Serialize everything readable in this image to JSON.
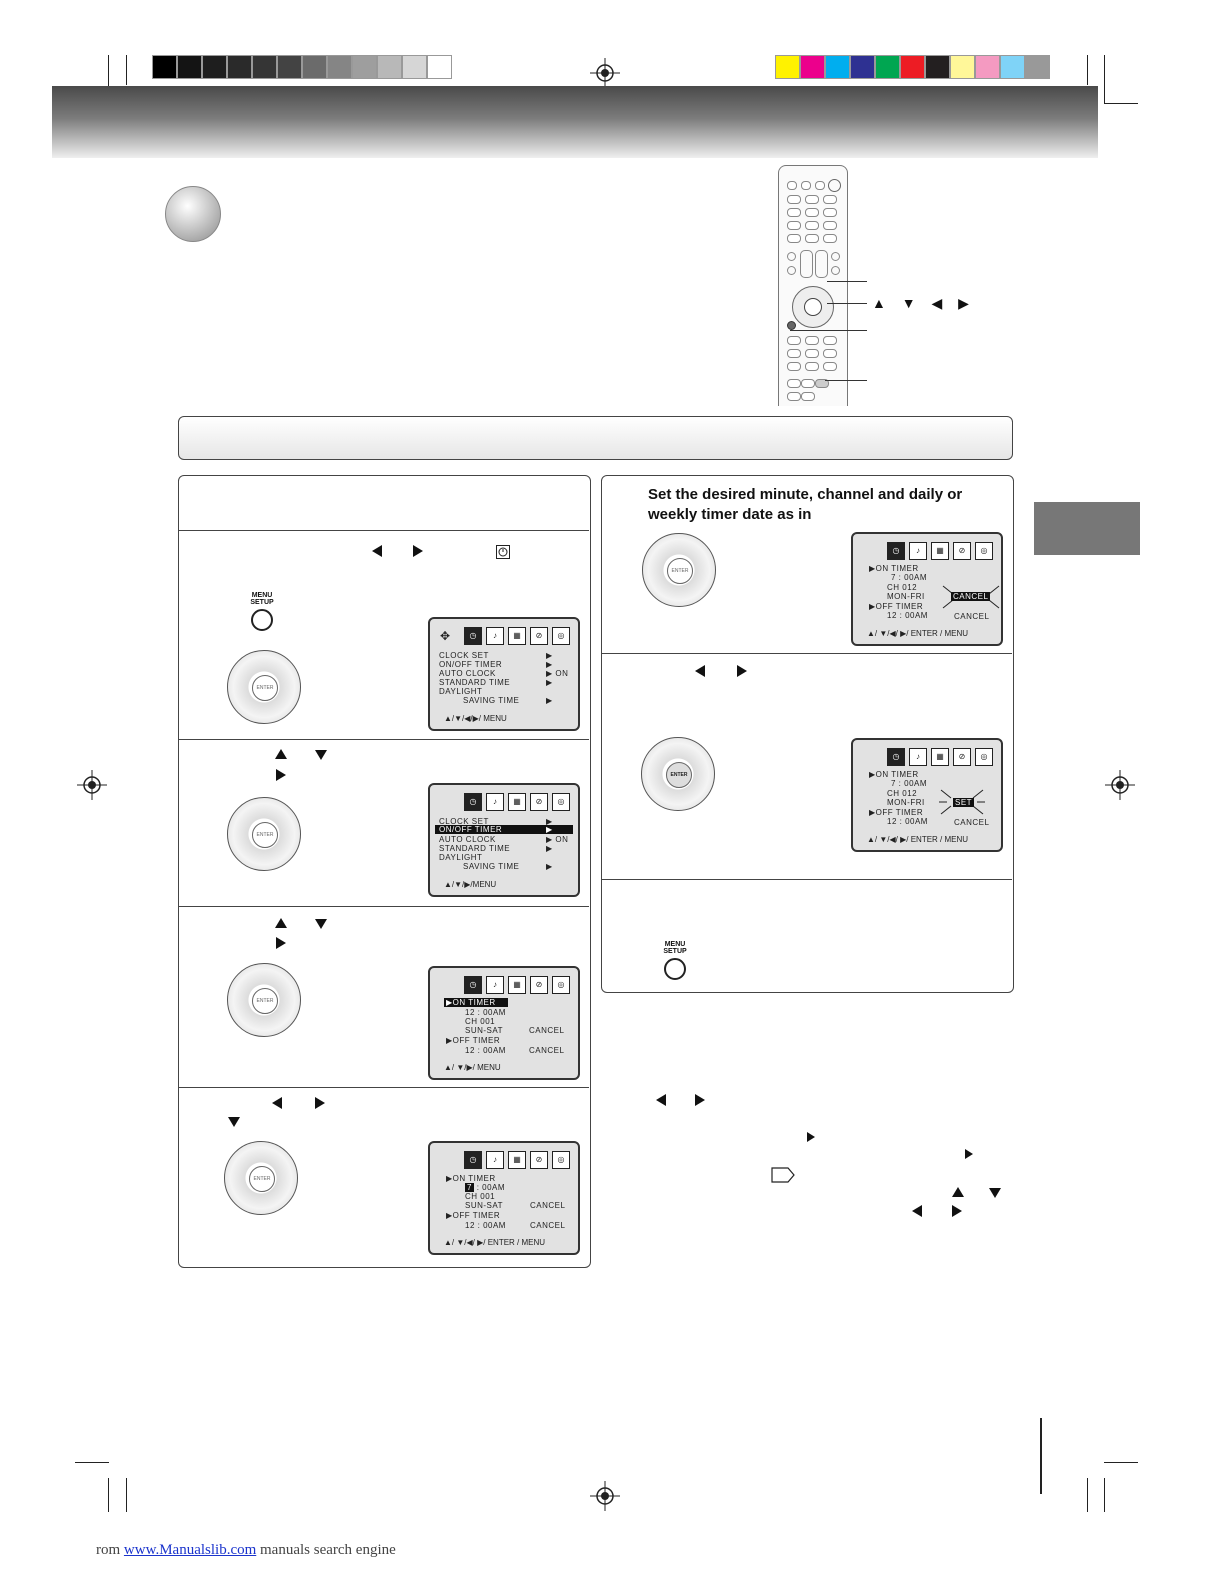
{
  "color_bar": {
    "grays": [
      "#000000",
      "#141414",
      "#1e1e1e",
      "#2a2a2a",
      "#353535",
      "#434343",
      "#6b6b6b",
      "#858585",
      "#9e9e9e",
      "#b8b8b8",
      "#d6d6d6",
      "#ffffff"
    ],
    "colors": [
      "#fff200",
      "#ec008c",
      "#00aeef",
      "#2e3192",
      "#00a651",
      "#ed1c24",
      "#231f20",
      "#fff799",
      "#f49ac1",
      "#7fd3f7",
      "#999999"
    ]
  },
  "remote": {
    "icon": "remote-control-icon",
    "arrow_symbols": [
      "▲",
      "▼",
      "◀",
      "▶"
    ]
  },
  "step1": {
    "arrows": [
      "◀",
      "▶"
    ],
    "menu_button": {
      "line1": "MENU",
      "line2": "SETUP"
    },
    "osd": {
      "items": [
        "CLOCK  SET",
        "ON/OFF  TIMER",
        "AUTO  CLOCK",
        "STANDARD  TIME",
        "DAYLIGHT",
        "SAVING  TIME"
      ],
      "auto_clock_value": "ON",
      "footer": "▲/▼/◀/▶/ MENU"
    }
  },
  "step2": {
    "arrows": [
      "▲",
      "▼",
      "▶"
    ],
    "osd": {
      "items": [
        "CLOCK  SET",
        "ON/OFF  TIMER",
        "AUTO  CLOCK",
        "STANDARD  TIME",
        "DAYLIGHT",
        "SAVING  TIME"
      ],
      "auto_clock_value": "ON",
      "footer": "▲/▼/▶/MENU"
    }
  },
  "step3": {
    "arrows": [
      "▲",
      "▼",
      "▶"
    ],
    "osd": {
      "on_timer": "ON TIMER",
      "time": "12 : 00AM",
      "channel": "CH 001",
      "days": "SUN-SAT",
      "cancel1": "CANCEL",
      "off_timer": "OFF TIMER",
      "off_time": "12 : 00AM",
      "cancel2": "CANCEL",
      "footer": "▲/ ▼/▶/ MENU"
    }
  },
  "step4": {
    "arrows": [
      "◀",
      "▶",
      "▼"
    ],
    "osd": {
      "on_timer": "ON TIMER",
      "hour_sel": "7",
      "time_rest": ": 00AM",
      "channel": "CH 001",
      "days": "SUN-SAT",
      "cancel1": "CANCEL",
      "off_timer": "OFF TIMER",
      "off_time": "12 : 00AM",
      "cancel2": "CANCEL",
      "footer": "▲/ ▼/◀/ ▶/ ENTER / MENU"
    }
  },
  "step5": {
    "text": "Set the desired minute, channel and daily or weekly timer date as in",
    "osd": {
      "on_timer": "ON TIMER",
      "time": "7 : 00AM",
      "channel": "CH 012",
      "days": "MON-FRI",
      "cancel_sel": "CANCEL",
      "off_timer": "OFF TIMER",
      "off_time": "12 : 00AM",
      "cancel2": "CANCEL",
      "footer": "▲/ ▼/◀/ ▶/ ENTER / MENU"
    }
  },
  "step6": {
    "arrows": [
      "◀",
      "▶"
    ],
    "osd": {
      "on_timer": "ON TIMER",
      "time": "7 : 00AM",
      "channel": "CH 012",
      "days": "MON-FRI",
      "set_sel": "SET",
      "off_timer": "OFF TIMER",
      "off_time": "12 : 00AM",
      "cancel2": "CANCEL",
      "footer": "▲/ ▼/◀/ ▶/ ENTER / MENU"
    }
  },
  "step7": {
    "menu_button": {
      "line1": "MENU",
      "line2": "SETUP"
    }
  },
  "dpad_label": "ENTER",
  "notes": {
    "arrows_line1": [
      "◀",
      "▶"
    ],
    "arrow_line2": "▶",
    "arrow_line3": "▶",
    "arrows_line4": [
      "▲",
      "▼"
    ],
    "arrows_line5": [
      "◀",
      "▶"
    ]
  },
  "footer": {
    "prefix": "rom ",
    "link": "www.Manualslib.com",
    "suffix": "  manuals search engine"
  }
}
